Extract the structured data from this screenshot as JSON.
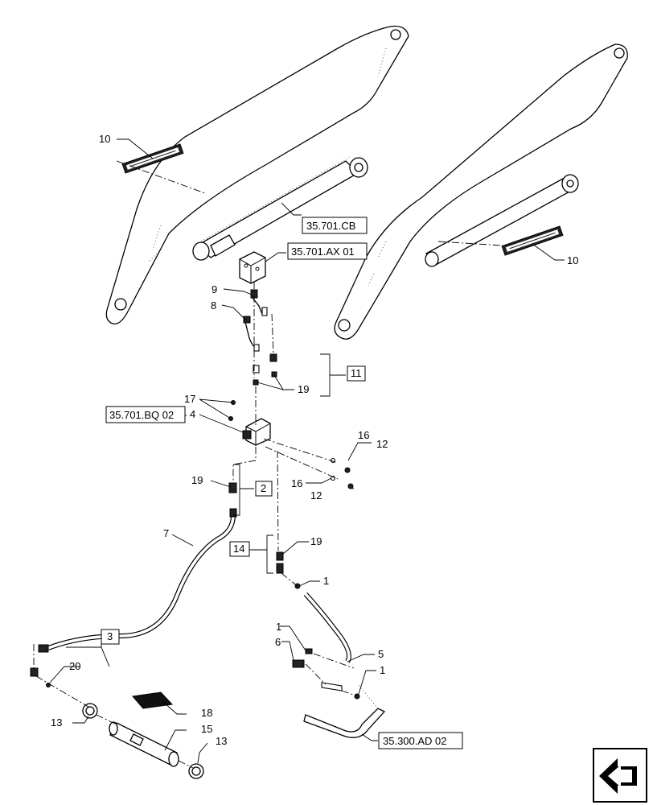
{
  "callouts": {
    "c10a": "10",
    "c10b": "10",
    "c9": "9",
    "c8": "8",
    "c17": "17",
    "c4": "4",
    "c19a": "19",
    "c19b": "19",
    "c19c": "19",
    "c16a": "16",
    "c16b": "16",
    "c12a": "12",
    "c12b": "12",
    "c7": "7",
    "c1a": "1",
    "c1b": "1",
    "c1c": "1",
    "c6": "6",
    "c5": "5",
    "c20": "20",
    "c18": "18",
    "c15": "15",
    "c13a": "13",
    "c13b": "13"
  },
  "boxed": {
    "b11": "11",
    "b2": "2",
    "b14": "14",
    "b3": "3"
  },
  "references": {
    "r_cb": "35.701.CB",
    "r_ax": "35.701.AX 01",
    "r_bq": "35.701.BQ 02",
    "r_ad": "35.300.AD 02"
  },
  "icons": {
    "nav": "previous-page-arrow-icon"
  }
}
